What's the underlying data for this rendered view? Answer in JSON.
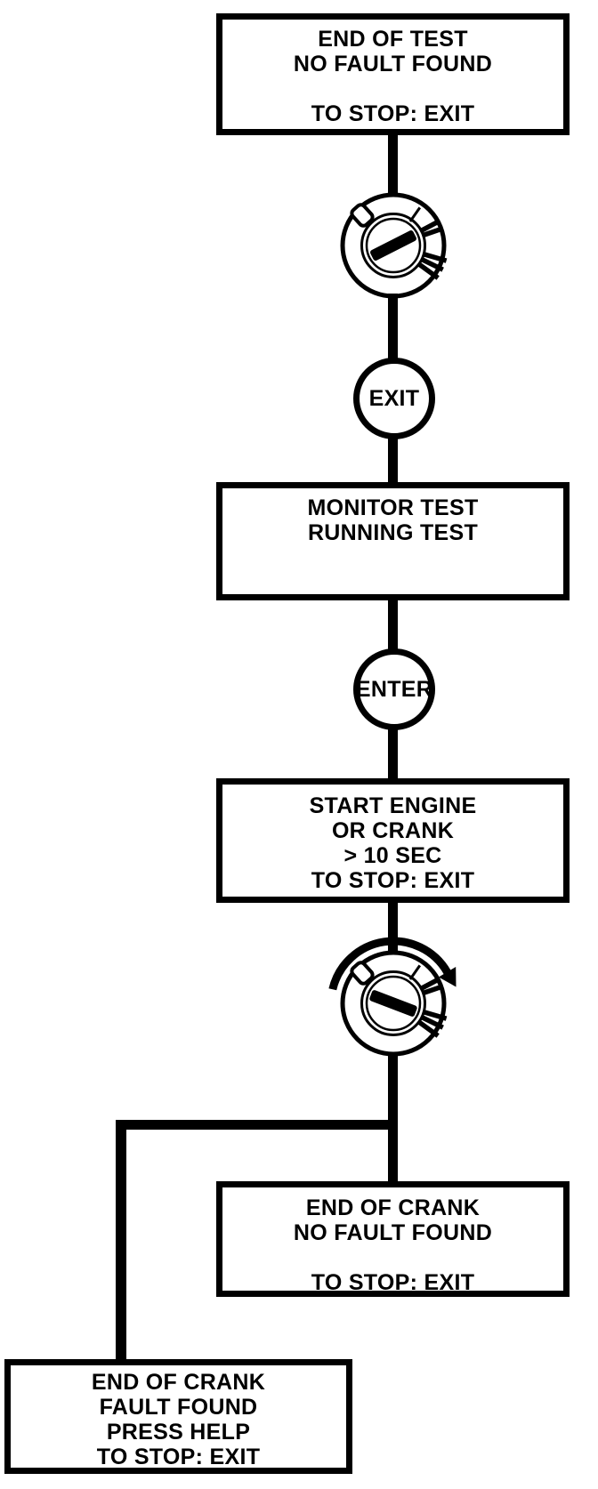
{
  "flowchart": {
    "boxes": {
      "end_of_test": {
        "lines": [
          "END OF TEST",
          "NO FAULT FOUND",
          "",
          "TO STOP: EXIT"
        ]
      },
      "monitor_test": {
        "lines": [
          "MONITOR TEST",
          "RUNNING TEST"
        ]
      },
      "start_engine": {
        "lines": [
          "START ENGINE",
          "OR CRANK",
          "> 10 SEC",
          "TO STOP: EXIT"
        ]
      },
      "end_of_crank_no_fault": {
        "lines": [
          "END OF CRANK",
          "NO FAULT FOUND",
          "",
          "TO STOP: EXIT"
        ]
      },
      "end_of_crank_fault": {
        "lines": [
          "END OF CRANK",
          "FAULT FOUND",
          "PRESS HELP",
          "TO STOP: EXIT"
        ]
      }
    },
    "buttons": {
      "exit": "EXIT",
      "enter": "ENTER"
    },
    "icons": {
      "ignition_switch": "ignition-switch-icon",
      "ignition_switch_turn": "ignition-switch-turn-clockwise-icon"
    },
    "colors": {
      "line": "#000000",
      "background": "#ffffff"
    }
  }
}
